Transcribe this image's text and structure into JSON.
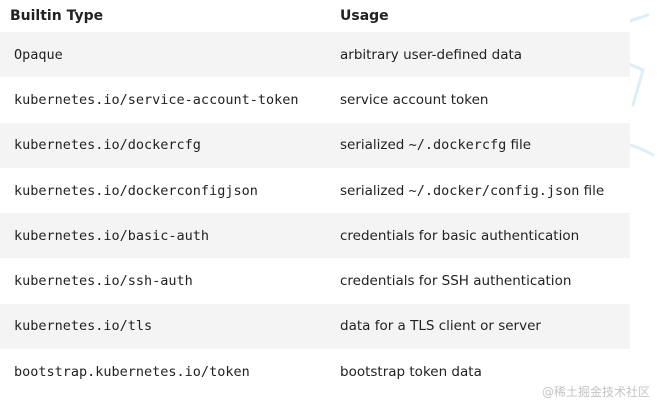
{
  "table": {
    "headers": [
      "Builtin Type",
      "Usage"
    ],
    "rows": [
      {
        "type": "Opaque",
        "usage_parts": [
          {
            "text": "arbitrary user-defined data",
            "mono": false
          }
        ]
      },
      {
        "type": "kubernetes.io/service-account-token",
        "usage_parts": [
          {
            "text": "service account token",
            "mono": false
          }
        ]
      },
      {
        "type": "kubernetes.io/dockercfg",
        "usage_parts": [
          {
            "text": "serialized ",
            "mono": false
          },
          {
            "text": "~/.dockercfg",
            "mono": true
          },
          {
            "text": " file",
            "mono": false
          }
        ]
      },
      {
        "type": "kubernetes.io/dockerconfigjson",
        "usage_parts": [
          {
            "text": "serialized ",
            "mono": false
          },
          {
            "text": "~/.docker/config.json",
            "mono": true
          },
          {
            "text": " file",
            "mono": false
          }
        ]
      },
      {
        "type": "kubernetes.io/basic-auth",
        "usage_parts": [
          {
            "text": "credentials for basic authentication",
            "mono": false
          }
        ]
      },
      {
        "type": "kubernetes.io/ssh-auth",
        "usage_parts": [
          {
            "text": "credentials for SSH authentication",
            "mono": false
          }
        ]
      },
      {
        "type": "kubernetes.io/tls",
        "usage_parts": [
          {
            "text": "data for a TLS client or server",
            "mono": false
          }
        ]
      },
      {
        "type": "bootstrap.kubernetes.io/token",
        "usage_parts": [
          {
            "text": "bootstrap token data",
            "mono": false
          }
        ]
      }
    ]
  },
  "watermark": {
    "text": "@稀土掘金技术社区",
    "color": "#c4c4c4",
    "graphic_color": "#d6ecf6"
  },
  "colors": {
    "text": "#222222",
    "row_stripe": "#f4f4f4",
    "row_plain": "#ffffff"
  }
}
